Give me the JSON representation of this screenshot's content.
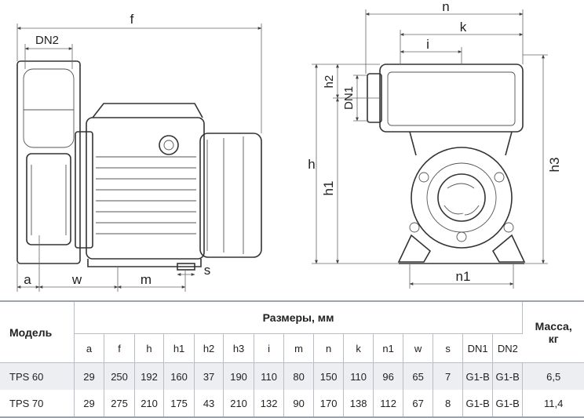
{
  "drawing": {
    "side_view_labels": {
      "f": "f",
      "dn2": "DN2",
      "a": "a",
      "w": "w",
      "m": "m",
      "s": "s"
    },
    "front_view_labels": {
      "n": "n",
      "k": "k",
      "i": "i",
      "h": "h",
      "h1": "h1",
      "h2": "h2",
      "h3": "h3",
      "dn1": "DN1",
      "n1": "n1"
    }
  },
  "table": {
    "model_header": "Модель",
    "dimensions_header": "Размеры, мм",
    "mass_header_line1": "Масса,",
    "mass_header_line2": "кг",
    "columns": [
      "a",
      "f",
      "h",
      "h1",
      "h2",
      "h3",
      "i",
      "m",
      "n",
      "k",
      "n1",
      "w",
      "s",
      "DN1",
      "DN2"
    ],
    "rows": [
      {
        "model": "TPS 60",
        "values": [
          "29",
          "250",
          "192",
          "160",
          "37",
          "190",
          "110",
          "80",
          "150",
          "110",
          "96",
          "65",
          "7",
          "G1-B",
          "G1-B"
        ],
        "mass": "6,5"
      },
      {
        "model": "TPS 70",
        "values": [
          "29",
          "275",
          "210",
          "175",
          "43",
          "210",
          "132",
          "90",
          "170",
          "138",
          "112",
          "67",
          "8",
          "G1-B",
          "G1-B"
        ],
        "mass": "11,4"
      }
    ]
  }
}
